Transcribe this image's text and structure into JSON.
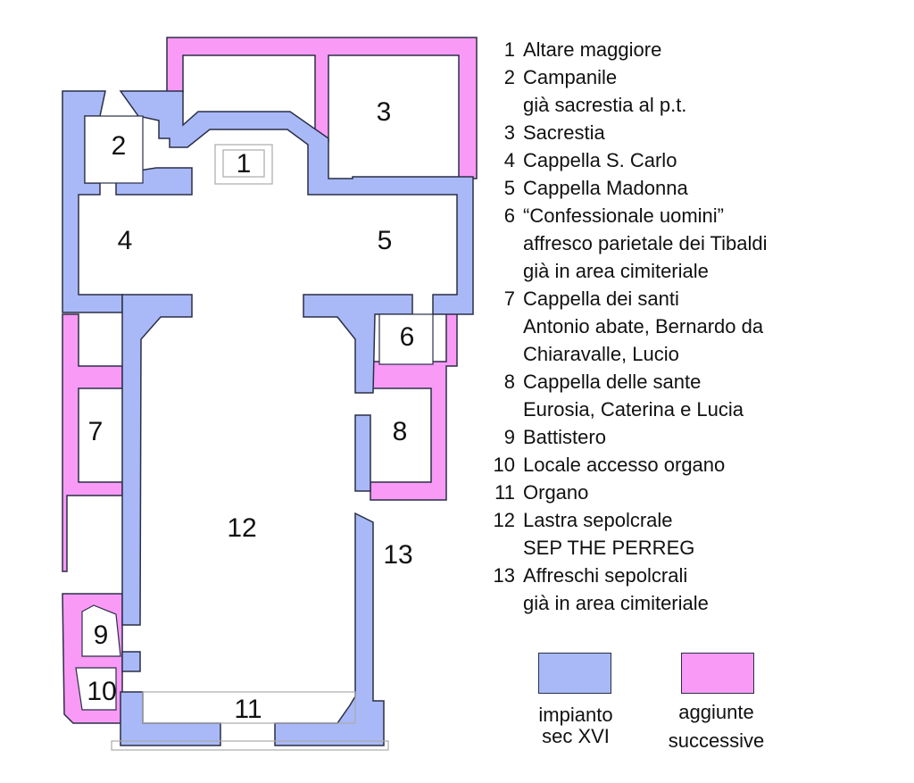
{
  "plan_labels": {
    "r1": "1",
    "r2": "2",
    "r3": "3",
    "r4": "4",
    "r5": "5",
    "r6": "6",
    "r7": "7",
    "r8": "8",
    "r9": "9",
    "r10": "10",
    "r11": "11",
    "r12": "12",
    "r13": "13"
  },
  "legend": [
    {
      "n": "1",
      "text": "Altare maggiore"
    },
    {
      "n": "2",
      "text": "Campanile"
    },
    {
      "n": "",
      "text": "già sacrestia al p.t."
    },
    {
      "n": "3",
      "text": "Sacrestia"
    },
    {
      "n": "4",
      "text": "Cappella S. Carlo"
    },
    {
      "n": "5",
      "text": "Cappella Madonna"
    },
    {
      "n": "6",
      "text": "“Confessionale uomini”"
    },
    {
      "n": "",
      "text": "affresco parietale dei Tibaldi"
    },
    {
      "n": "",
      "text": "già in area cimiteriale"
    },
    {
      "n": "7",
      "text": "Cappella dei santi"
    },
    {
      "n": "",
      "text": "Antonio abate, Bernardo da"
    },
    {
      "n": "",
      "text": "Chiaravalle, Lucio"
    },
    {
      "n": "8",
      "text": "Cappella delle sante"
    },
    {
      "n": "",
      "text": "Eurosia, Caterina e Lucia"
    },
    {
      "n": "9",
      "text": "Battistero"
    },
    {
      "n": "10",
      "text": "Locale accesso organo"
    },
    {
      "n": "11",
      "text": "Organo"
    },
    {
      "n": "12",
      "text": "Lastra sepolcrale"
    },
    {
      "n": "",
      "text": "SEP THE PERREG"
    },
    {
      "n": "13",
      "text": "Affreschi sepolcrali"
    },
    {
      "n": "",
      "text": "già in area cimiteriale"
    }
  ],
  "key": {
    "original": {
      "line1": "impianto",
      "line2": "sec XVI",
      "color": "#a9b9f7"
    },
    "additions": {
      "line1": "aggiunte",
      "line2": "successive",
      "color": "#f99af6"
    }
  }
}
